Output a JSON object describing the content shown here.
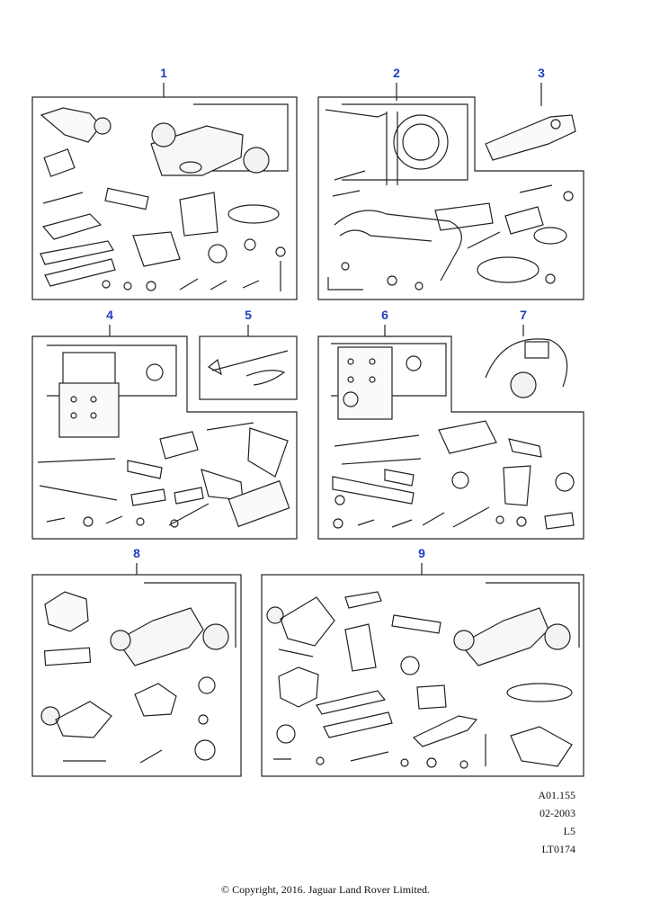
{
  "callouts": [
    "1",
    "2",
    "3",
    "4",
    "5",
    "6",
    "7",
    "8",
    "9"
  ],
  "reference": {
    "code1": "A01.155",
    "date": "02-2003",
    "code2": "L5",
    "code3": "LT0174"
  },
  "footer": {
    "copyright": "© Copyright, 2016. Jaguar Land Rover Limited."
  }
}
